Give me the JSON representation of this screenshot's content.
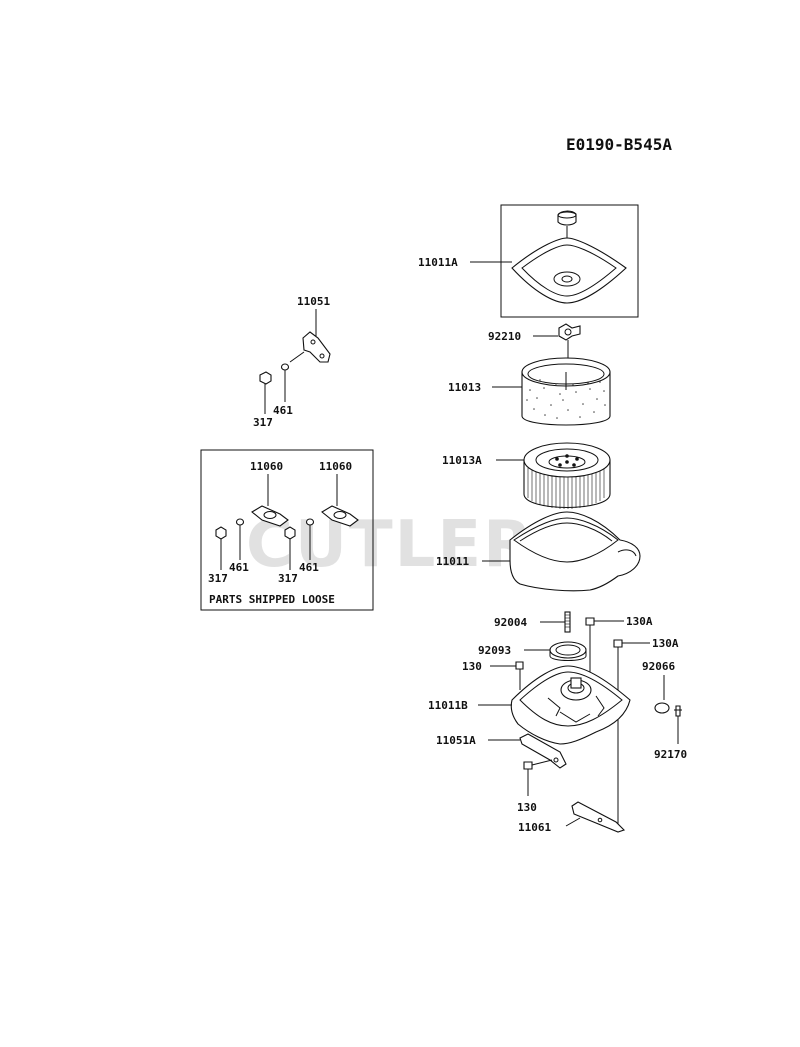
{
  "diagram_code": "E0190-B545A",
  "watermark": "CUTLER'S",
  "loose_parts_caption": "PARTS SHIPPED LOOSE",
  "labels": {
    "p11011A": "11011A",
    "p92210": "92210",
    "p11013": "11013",
    "p11013A": "11013A",
    "p11011": "11011",
    "p92004": "92004",
    "p130A_1": "130A",
    "p92093": "92093",
    "p130A_2": "130A",
    "p130_1": "130",
    "p92066": "92066",
    "p11011B": "11011B",
    "p11051A": "11051A",
    "p92170": "92170",
    "p130_2": "130",
    "p11061": "11061",
    "p11051": "11051",
    "p461_top": "461",
    "p317_top": "317",
    "p11060_l": "11060",
    "p11060_r": "11060",
    "p317_bl": "317",
    "p461_bl": "461",
    "p317_br": "317",
    "p461_br": "461"
  }
}
